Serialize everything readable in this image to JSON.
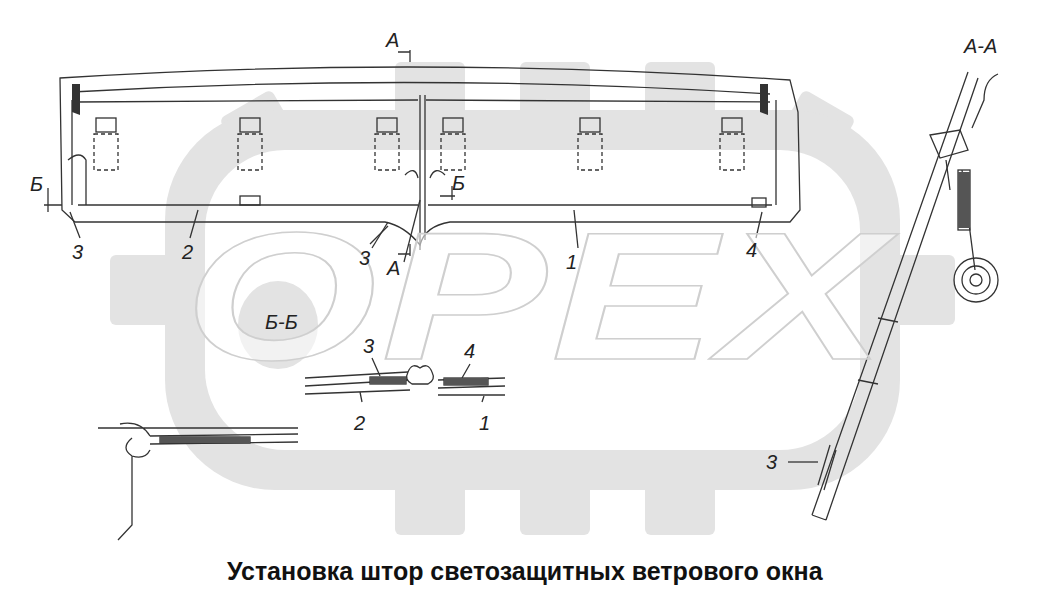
{
  "diagram": {
    "caption": "Установка штор светозащитных ветрового окна",
    "labels": [
      "А",
      "А-А",
      "Б",
      "Б",
      "3",
      "2",
      "3",
      "А",
      "1",
      "4",
      "Б-Б",
      "3",
      "4",
      "2",
      "1",
      "3",
      "OPEX"
    ]
  }
}
